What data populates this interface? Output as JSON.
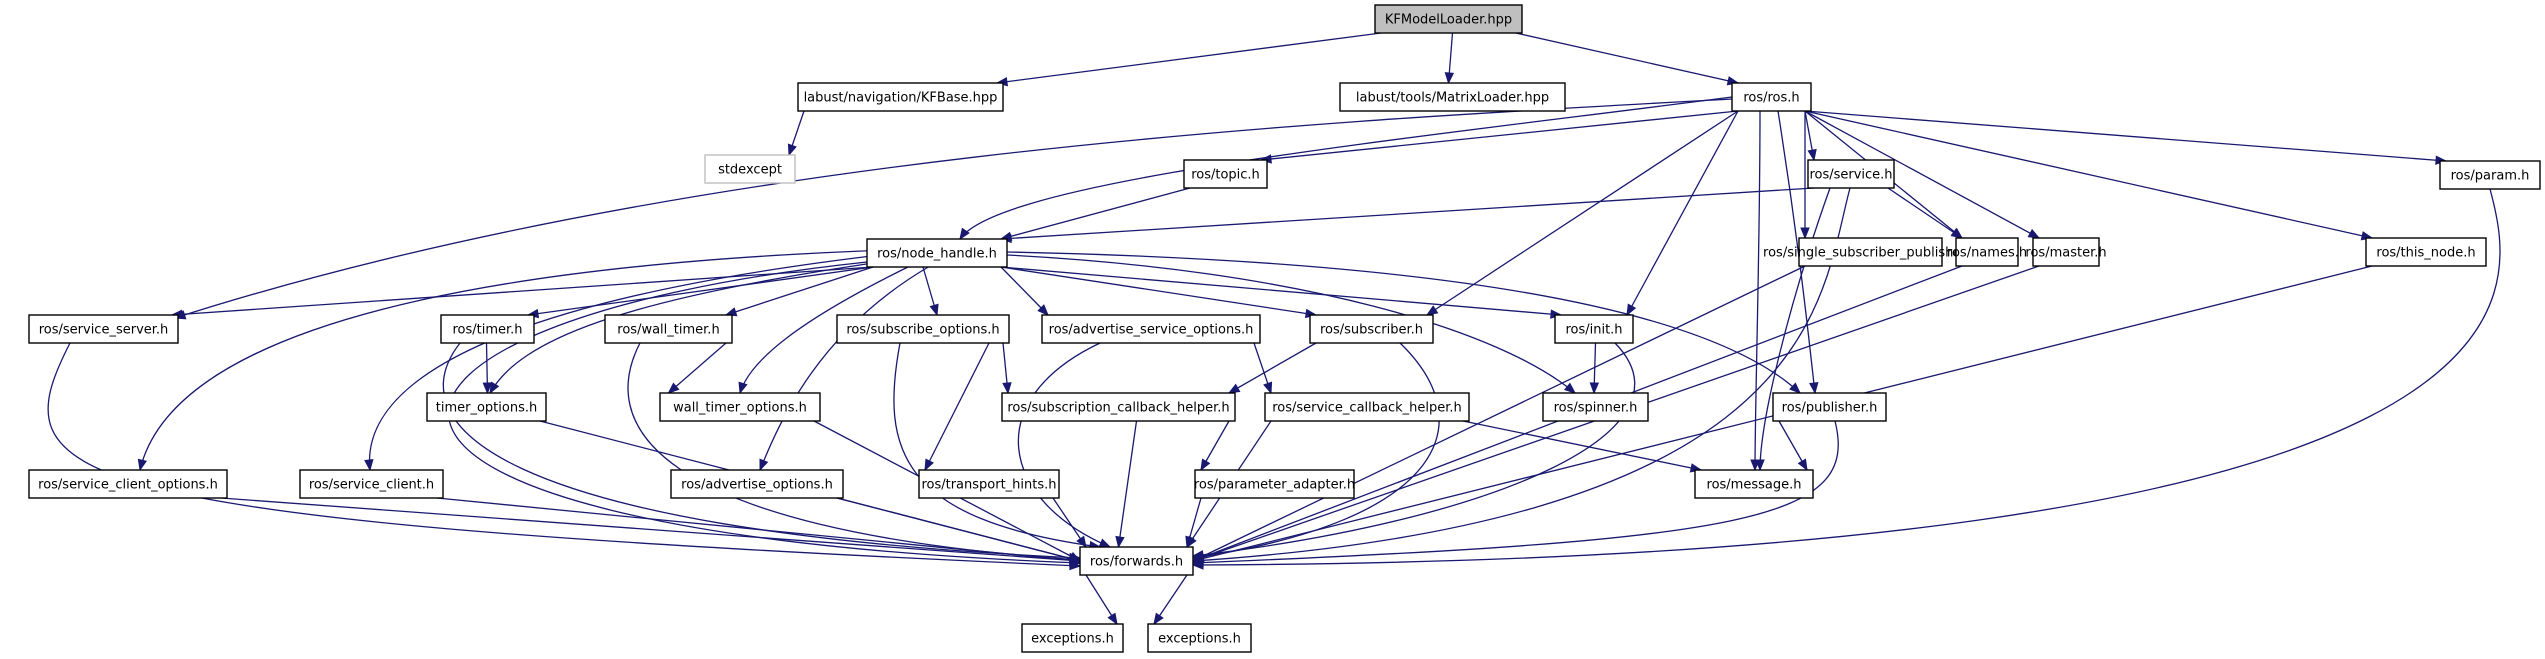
{
  "graph": {
    "title": "KFModelLoader.hpp",
    "colors": {
      "edge": "#191970",
      "root_fill": "#bfbfbf",
      "node_border": "#000000",
      "external_border": "#bfbfbf"
    },
    "nodes": [
      {
        "id": "root",
        "label": "KFModelLoader.hpp",
        "kind": "root"
      },
      {
        "id": "kfbase",
        "label": "labust/navigation/KFBase.hpp",
        "kind": "normal"
      },
      {
        "id": "matrixloader",
        "label": "labust/tools/MatrixLoader.hpp",
        "kind": "normal"
      },
      {
        "id": "ros",
        "label": "ros/ros.h",
        "kind": "normal"
      },
      {
        "id": "stdexcept",
        "label": "stdexcept",
        "kind": "external"
      },
      {
        "id": "topic",
        "label": "ros/topic.h",
        "kind": "normal"
      },
      {
        "id": "service",
        "label": "ros/service.h",
        "kind": "normal"
      },
      {
        "id": "param",
        "label": "ros/param.h",
        "kind": "normal"
      },
      {
        "id": "node_handle",
        "label": "ros/node_handle.h",
        "kind": "normal"
      },
      {
        "id": "single_sub_pub",
        "label": "ros/single_subscriber_publisher.h",
        "kind": "normal"
      },
      {
        "id": "names",
        "label": "ros/names.h",
        "kind": "normal"
      },
      {
        "id": "master",
        "label": "ros/master.h",
        "kind": "normal"
      },
      {
        "id": "this_node",
        "label": "ros/this_node.h",
        "kind": "normal"
      },
      {
        "id": "service_server",
        "label": "ros/service_server.h",
        "kind": "normal"
      },
      {
        "id": "timer",
        "label": "ros/timer.h",
        "kind": "normal"
      },
      {
        "id": "wall_timer",
        "label": "ros/wall_timer.h",
        "kind": "normal"
      },
      {
        "id": "subscribe_options",
        "label": "ros/subscribe_options.h",
        "kind": "normal"
      },
      {
        "id": "advertise_service_options",
        "label": "ros/advertise_service_options.h",
        "kind": "normal"
      },
      {
        "id": "subscriber",
        "label": "ros/subscriber.h",
        "kind": "normal"
      },
      {
        "id": "init",
        "label": "ros/init.h",
        "kind": "normal"
      },
      {
        "id": "timer_options",
        "label": "timer_options.h",
        "kind": "normal"
      },
      {
        "id": "wall_timer_options",
        "label": "wall_timer_options.h",
        "kind": "normal"
      },
      {
        "id": "subscription_callback_helper",
        "label": "ros/subscription_callback_helper.h",
        "kind": "normal"
      },
      {
        "id": "service_callback_helper",
        "label": "ros/service_callback_helper.h",
        "kind": "normal"
      },
      {
        "id": "spinner",
        "label": "ros/spinner.h",
        "kind": "normal"
      },
      {
        "id": "publisher",
        "label": "ros/publisher.h",
        "kind": "normal"
      },
      {
        "id": "service_client_options",
        "label": "ros/service_client_options.h",
        "kind": "normal"
      },
      {
        "id": "service_client",
        "label": "ros/service_client.h",
        "kind": "normal"
      },
      {
        "id": "advertise_options",
        "label": "ros/advertise_options.h",
        "kind": "normal"
      },
      {
        "id": "transport_hints",
        "label": "ros/transport_hints.h",
        "kind": "normal"
      },
      {
        "id": "parameter_adapter",
        "label": "ros/parameter_adapter.h",
        "kind": "normal"
      },
      {
        "id": "message",
        "label": "ros/message.h",
        "kind": "normal"
      },
      {
        "id": "forwards",
        "label": "ros/forwards.h",
        "kind": "normal"
      },
      {
        "id": "exceptions1",
        "label": "exceptions.h",
        "kind": "normal"
      },
      {
        "id": "exceptions2",
        "label": "exceptions.h",
        "kind": "normal"
      }
    ],
    "edges": [
      [
        "root",
        "kfbase"
      ],
      [
        "root",
        "matrixloader"
      ],
      [
        "root",
        "ros"
      ],
      [
        "kfbase",
        "stdexcept"
      ],
      [
        "ros",
        "node_handle"
      ],
      [
        "ros",
        "service_server"
      ],
      [
        "ros",
        "topic"
      ],
      [
        "ros",
        "service"
      ],
      [
        "ros",
        "subscriber"
      ],
      [
        "ros",
        "init"
      ],
      [
        "ros",
        "publisher"
      ],
      [
        "ros",
        "single_sub_pub"
      ],
      [
        "ros",
        "names"
      ],
      [
        "ros",
        "master"
      ],
      [
        "ros",
        "this_node"
      ],
      [
        "ros",
        "param"
      ],
      [
        "ros",
        "message"
      ],
      [
        "topic",
        "node_handle"
      ],
      [
        "service",
        "node_handle"
      ],
      [
        "service",
        "names"
      ],
      [
        "service",
        "message"
      ],
      [
        "service",
        "forwards"
      ],
      [
        "node_handle",
        "service_server"
      ],
      [
        "node_handle",
        "service_client_options"
      ],
      [
        "node_handle",
        "forwards"
      ],
      [
        "node_handle",
        "service_client"
      ],
      [
        "node_handle",
        "timer"
      ],
      [
        "node_handle",
        "timer_options"
      ],
      [
        "node_handle",
        "wall_timer"
      ],
      [
        "node_handle",
        "wall_timer_options"
      ],
      [
        "node_handle",
        "advertise_options"
      ],
      [
        "node_handle",
        "subscribe_options"
      ],
      [
        "node_handle",
        "advertise_service_options"
      ],
      [
        "node_handle",
        "subscriber"
      ],
      [
        "node_handle",
        "init"
      ],
      [
        "node_handle",
        "spinner"
      ],
      [
        "node_handle",
        "publisher"
      ],
      [
        "service_server",
        "forwards"
      ],
      [
        "timer",
        "timer_options"
      ],
      [
        "timer",
        "forwards"
      ],
      [
        "wall_timer",
        "wall_timer_options"
      ],
      [
        "wall_timer",
        "forwards"
      ],
      [
        "subscribe_options",
        "subscription_callback_helper"
      ],
      [
        "subscribe_options",
        "transport_hints"
      ],
      [
        "subscribe_options",
        "forwards"
      ],
      [
        "advertise_service_options",
        "service_callback_helper"
      ],
      [
        "advertise_service_options",
        "forwards"
      ],
      [
        "subscriber",
        "subscription_callback_helper"
      ],
      [
        "subscriber",
        "forwards"
      ],
      [
        "init",
        "spinner"
      ],
      [
        "init",
        "forwards"
      ],
      [
        "timer_options",
        "forwards"
      ],
      [
        "wall_timer_options",
        "forwards"
      ],
      [
        "subscription_callback_helper",
        "parameter_adapter"
      ],
      [
        "subscription_callback_helper",
        "forwards"
      ],
      [
        "service_callback_helper",
        "message"
      ],
      [
        "service_callback_helper",
        "forwards"
      ],
      [
        "publisher",
        "message"
      ],
      [
        "publisher",
        "forwards"
      ],
      [
        "service_client_options",
        "forwards"
      ],
      [
        "service_client",
        "forwards"
      ],
      [
        "advertise_options",
        "forwards"
      ],
      [
        "transport_hints",
        "forwards"
      ],
      [
        "parameter_adapter",
        "forwards"
      ],
      [
        "single_sub_pub",
        "forwards"
      ],
      [
        "names",
        "forwards"
      ],
      [
        "master",
        "forwards"
      ],
      [
        "this_node",
        "forwards"
      ],
      [
        "param",
        "forwards"
      ],
      [
        "forwards",
        "exceptions1"
      ],
      [
        "forwards",
        "exceptions2"
      ]
    ]
  }
}
